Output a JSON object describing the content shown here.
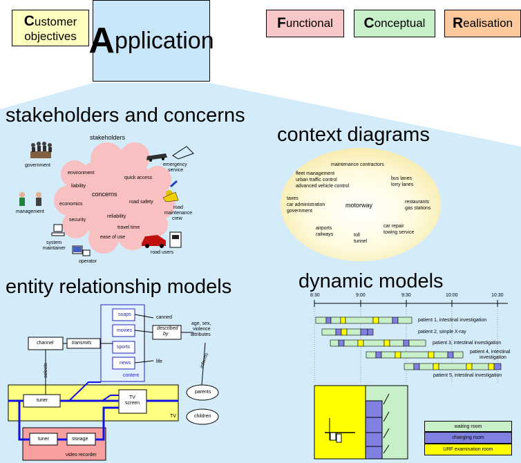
{
  "tabs": {
    "customer": {
      "cap": "C",
      "rest_line1": "ustomer",
      "line2": "objectives"
    },
    "application": {
      "cap": "A",
      "rest": "pplication"
    },
    "functional": {
      "cap": "F",
      "rest": "unctional"
    },
    "conceptual": {
      "cap": "C",
      "rest": "onceptual"
    },
    "realisation": {
      "cap": "R",
      "rest": "ealisation"
    }
  },
  "stakeholders": {
    "heading": "stakeholders and concerns",
    "title": "stakeholders",
    "concerns_label": "concerns",
    "concerns": [
      "environment",
      "quick access",
      "liability",
      "economics",
      "road safety",
      "security",
      "reliability",
      "travel time",
      "ease of use"
    ],
    "people": {
      "government": "government",
      "management": "management",
      "system_maintainer_1": "system",
      "system_maintainer_2": "maintainer",
      "operator": "operator",
      "emergency_1": "emergency",
      "emergency_2": "service",
      "road_crew_1": "road",
      "road_crew_2": "maintenance",
      "road_crew_3": "crew",
      "road_users": "road users"
    }
  },
  "context": {
    "heading": "context diagrams",
    "center": "motorway",
    "items": {
      "maintenance": "maintenance contractors",
      "fleet_1": "fleet management",
      "fleet_2": "urban traffic control",
      "fleet_3": "advanced vehicle control",
      "bus_1": "bus lanes",
      "bus_2": "lorry lanes",
      "taxes_1": "taxes",
      "taxes_2": "car administration",
      "taxes_3": "government",
      "rest_1": "restaurants",
      "rest_2": "gas stations",
      "air_1": "airports",
      "air_2": "railways",
      "toll_1": "toll",
      "toll_2": "tunnel",
      "car_1": "car repair",
      "car_2": "towing service"
    }
  },
  "entity": {
    "heading": "entity relationship models",
    "channel": "channel",
    "transmits": "transmits",
    "selects": "selects",
    "soaps": "soaps",
    "movies": "movies",
    "sports": "sports",
    "news": "news",
    "content": "content",
    "canned": "canned",
    "life": "life",
    "described_1": "described",
    "described_2": "by",
    "attr_1": "age, sex,",
    "attr_2": "violence",
    "attr_3": "attributes",
    "informs": "informs",
    "parents": "parents",
    "children": "children",
    "tuner": "tuner",
    "tv_screen_1": "TV",
    "tv_screen_2": "screen",
    "tv": "TV",
    "vr_tuner": "tuner",
    "storage": "storage",
    "video_recorder": "video recorder"
  },
  "dynamic": {
    "heading": "dynamic models",
    "time_ticks": [
      "8:30",
      "9:00",
      "9:30",
      "10:00",
      "10:30"
    ],
    "patients": [
      {
        "label": "patient 1, intestinal investigation",
        "label2": ""
      },
      {
        "label": "patient 2, simple X-ray",
        "label2": ""
      },
      {
        "label": "patient 3, intestinal investigation",
        "label2": ""
      },
      {
        "label": "patient 4, intestinal",
        "label2": "investigation"
      },
      {
        "label": "patient 5, intestinal investigation",
        "label2": ""
      }
    ],
    "legend": {
      "waiting": "waiting room",
      "changing": "changing room",
      "urf": "URF examination room"
    },
    "colors": {
      "waiting": "#c8f0c8",
      "changing": "#8080e0",
      "urf": "#ffff00"
    }
  }
}
